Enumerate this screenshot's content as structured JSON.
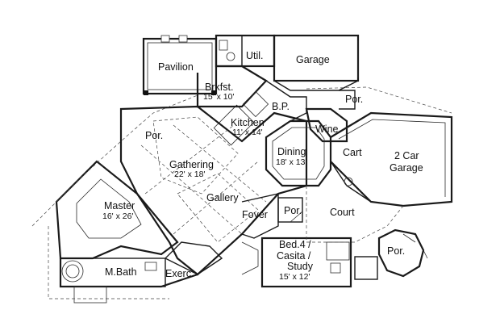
{
  "rooms": {
    "pavilion": "Pavilion",
    "util": "Util.",
    "garage": "Garage",
    "brkfst_name": "Brkfst.",
    "brkfst_dim": "15' x 10'",
    "bp": "B.P.",
    "por_upper_right": "Por.",
    "kitchen_name": "Kitchen",
    "kitchen_dim": "11' x 14'",
    "wine": "Wine",
    "por_left": "Por.",
    "cart": "Cart",
    "two_car_garage_1": "2 Car",
    "two_car_garage_2": "Garage",
    "dining_name": "Dining",
    "dining_dim": "18' x 13'",
    "gathering_name": "Gathering",
    "gathering_dim": "22' x 18'",
    "gallery": "Gallery",
    "master_name": "Master",
    "master_dim": "16' x 26'",
    "foyer": "Foyer",
    "por_entry": "Por.",
    "court": "Court",
    "bed4_line1": "Bed.4 /",
    "bed4_line2": "Casita /",
    "bed4_line3": "Study",
    "bed4_dim": "15' x 12'",
    "por_lower_right": "Por.",
    "mbath": "M.Bath",
    "exerc": "Exerc."
  }
}
